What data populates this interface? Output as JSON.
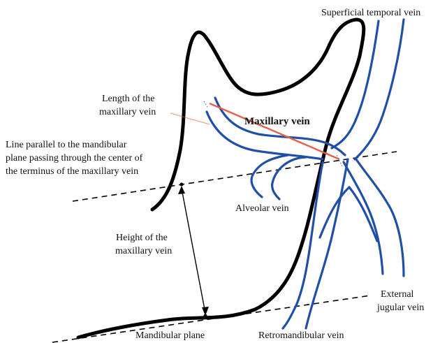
{
  "labels": {
    "superficial_temporal_vein": "Superficial temporal vein",
    "length_line1": "Length of the",
    "length_line2": "maxillary vein",
    "maxillary_vein": "Maxillary vein",
    "parallel_line1": "Line parallel to the mandibular",
    "parallel_line2": "plane passing through the center of",
    "parallel_line3": "the terminus of the maxillary vein",
    "alveolar_vein": "Alveolar vein",
    "height_line1": "Height of the",
    "height_line2": "maxillary vein",
    "external_line1": "External",
    "external_line2": "jugular vein",
    "mandibular_plane": "Mandibular plane",
    "retromandibular_vein": "Retromandibular vein"
  },
  "colors": {
    "vein": "#1f4fa8",
    "measure": "#e8604a",
    "bone": "#000000",
    "text": "#111111"
  }
}
